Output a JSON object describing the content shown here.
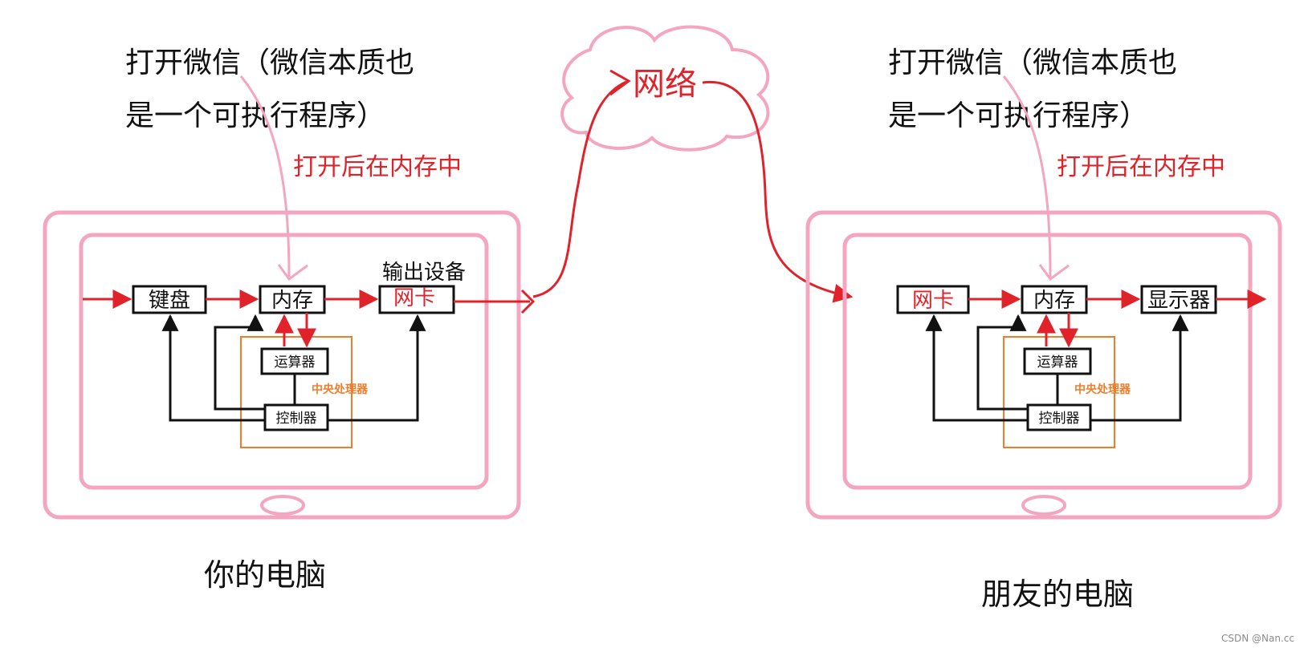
{
  "left_computer": {
    "title_line1": "打开微信（微信本质也",
    "title_line2": "是一个可执行程序）",
    "memory_note": "打开后在内存中",
    "output_label": "输出设备",
    "caption": "你的电脑",
    "box_input": "键盘",
    "box_memory": "内存",
    "box_output": "网卡",
    "box_alu": "运算器",
    "box_control": "控制器",
    "cpu_label": "中央处理器"
  },
  "right_computer": {
    "title_line1": "打开微信（微信本质也",
    "title_line2": "是一个可执行程序）",
    "memory_note": "打开后在内存中",
    "caption": "朋友的电脑",
    "box_input": "网卡",
    "box_memory": "内存",
    "box_output": "显示器",
    "box_alu": "运算器",
    "box_control": "控制器",
    "cpu_label": "中央处理器"
  },
  "network": {
    "label": "网络"
  },
  "watermark": "CSDN @Nan.cc",
  "colors": {
    "frame_pink": "#f4a6c0",
    "arrow_red": "#e0232b",
    "cpu_orange": "#f07d2c",
    "box_black": "#111111"
  }
}
